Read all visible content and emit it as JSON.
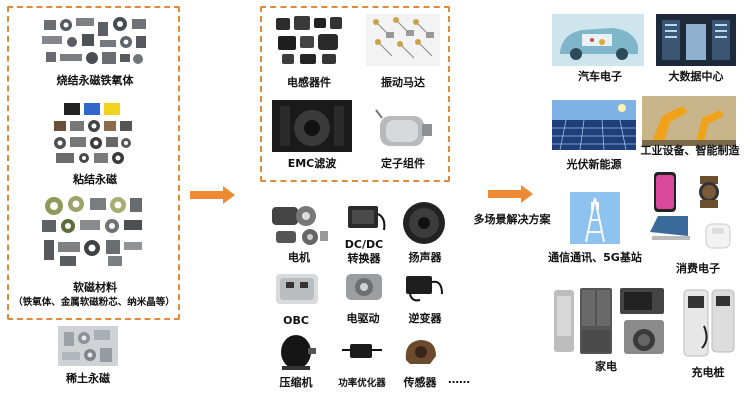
{
  "materials": {
    "items": [
      {
        "label": "烧结永磁铁氧体"
      },
      {
        "label": "粘结永磁"
      },
      {
        "label": "软磁材料"
      },
      {
        "label": "（铁氧体、金属软磁粉芯、纳米晶等）"
      },
      {
        "label": "稀土永磁"
      }
    ]
  },
  "components": {
    "boxed": [
      {
        "label": "电感器件"
      },
      {
        "label": "振动马达"
      },
      {
        "label": "EMC滤波"
      },
      {
        "label": "定子组件"
      }
    ],
    "others": [
      {
        "label": "电机"
      },
      {
        "label": "DC/DC"
      },
      {
        "label": "转换器"
      },
      {
        "label": "扬声器"
      },
      {
        "label": "OBC"
      },
      {
        "label": "电驱动"
      },
      {
        "label": "逆变器"
      },
      {
        "label": "压缩机"
      },
      {
        "label": "功率优化器"
      },
      {
        "label": "传感器"
      },
      {
        "label": "……"
      }
    ]
  },
  "flow": {
    "solutions_label": "多场景解决方案"
  },
  "applications": [
    {
      "label": "汽车电子"
    },
    {
      "label": "大数据中心"
    },
    {
      "label": "光伏新能源"
    },
    {
      "label": "工业设备、智能制造"
    },
    {
      "label": "通信通讯、5G基站"
    },
    {
      "label": "消费电子"
    },
    {
      "label": "家电"
    },
    {
      "label": "充电桩"
    }
  ],
  "colors": {
    "accent": "#ee8a33",
    "box_border": "#e08a3a"
  }
}
